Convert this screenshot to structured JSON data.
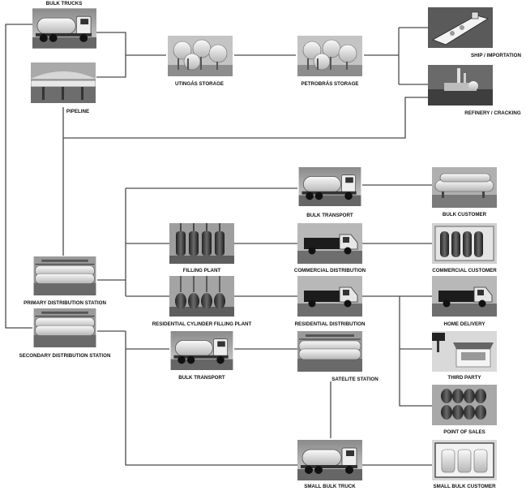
{
  "title": "LPG distribution flow",
  "nodes": {
    "bulk_trucks_top": "BULK TRUCKS",
    "pipeline": "PIPELINE",
    "utingas_storage": "UTINGÁS STORAGE",
    "petrobras_storage": "PETROBRÁS STORAGE",
    "ship_importation": "SHIP / IMPORTATION",
    "refinery_cracking": "REFINERY / CRACKING",
    "bulk_transport_top": "BULK TRANSPORT",
    "bulk_customer": "BULK CUSTOMER",
    "filling_plant": "FILLING PLANT",
    "commercial_distribution": "COMMERCIAL DISTRIBUTION",
    "commercial_customer": "COMMERCIAL CUSTOMER",
    "primary_distribution_station": "PRIMARY DISTRIBUTION STATION",
    "residential_cylinder_filling_plant": "RESIDENTIAL CYLINDER FILLING PLANT",
    "residential_distribution": "RESIDENTIAL DISTRIBUTION",
    "home_delivery": "HOME DELIVERY",
    "secondary_distribution_station": "SECONDARY DISTRIBUTION STATION",
    "bulk_transport_bottom": "BULK TRANSPORT",
    "satelite_station": "SATELITE STATION",
    "third_party": "THIRD PARTY",
    "point_of_sales": "POINT OF SALES",
    "small_bulk_truck": "SMALL BULK TRUCK",
    "small_bulk_customer": "SMALL BULK CUSTOMER"
  }
}
